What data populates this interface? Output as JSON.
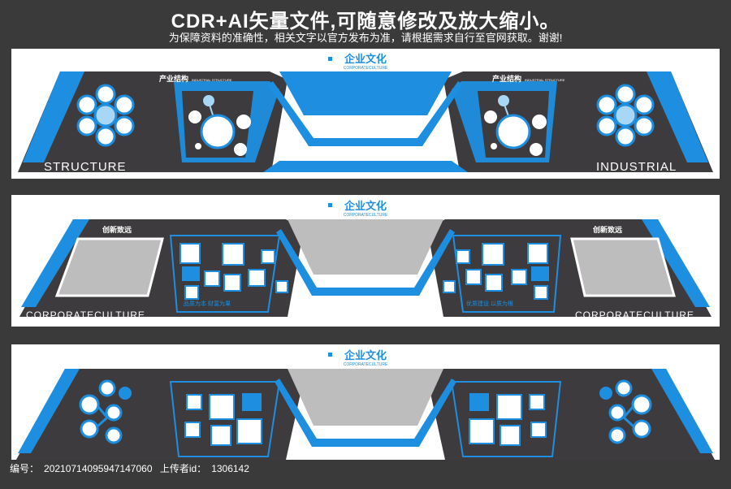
{
  "header": {
    "title": "CDR+AI矢量文件,可随意修改及放大缩小。",
    "subtitle": "为保障资料的准确性，相关文字以官方发布为准，请根据需求自行至官网获取。谢谢!"
  },
  "colors": {
    "blue": "#1e8ee0",
    "dark": "#3d3b3d",
    "gray": "#bdbdbd",
    "white": "#ffffff",
    "bg": "#3a3a3a"
  },
  "panel1": {
    "center_title": "企业文化",
    "center_subtitle": "CORPORATECULTURE",
    "left_heading": "产业结构",
    "left_heading_en": "INDUSTRIAL STRUCTURE",
    "right_heading": "产业结构",
    "right_heading_en": "INDUSTRIAL STRUCTURE",
    "left_word": "STRUCTURE",
    "right_word": "INDUSTRIAL"
  },
  "panel2": {
    "center_title": "企业文化",
    "center_subtitle": "CORPORATECULTURE",
    "left_heading": "创新致远",
    "right_heading": "创新致远",
    "left_word": "CORPORATECULTURE",
    "right_word": "CORPORATECULTURE",
    "left_slogan": "品质为本  财富为果",
    "right_slogan": "优质建设  以质为根"
  },
  "panel3": {
    "center_title": "企业文化",
    "center_subtitle": "CORPORATECULTURE"
  },
  "footer": {
    "id_label": "编号：",
    "id_value": "20210714095947147060",
    "uploader_label": "上传者id：",
    "uploader_value": "1306142"
  }
}
